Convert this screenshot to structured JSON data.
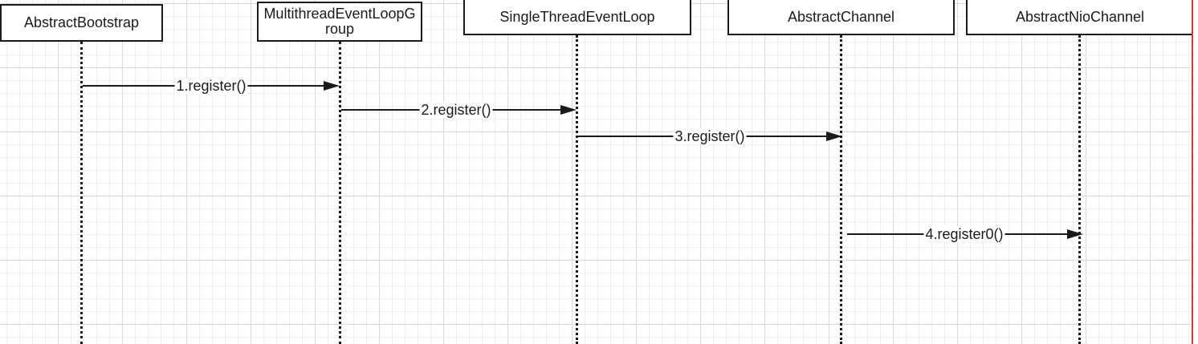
{
  "lifelines": [
    {
      "id": "abstract-bootstrap",
      "label": "AbstractBootstrap"
    },
    {
      "id": "multithread-event-loop-group",
      "label": "MultithreadEventLoopGroup"
    },
    {
      "id": "single-thread-event-loop",
      "label": "SingleThreadEventLoop"
    },
    {
      "id": "abstract-channel",
      "label": "AbstractChannel"
    },
    {
      "id": "abstract-nio-channel",
      "label": "AbstractNioChannel"
    }
  ],
  "messages": [
    {
      "from": 0,
      "to": 1,
      "label": "1.register()"
    },
    {
      "from": 1,
      "to": 2,
      "label": "2.register()"
    },
    {
      "from": 2,
      "to": 3,
      "label": "3.register()"
    },
    {
      "from": 3,
      "to": 4,
      "label": "4.register0()"
    }
  ],
  "colors": {
    "stroke": "#1a1a1a",
    "grid_major": "#d9d9d9",
    "grid_minor": "#eeeeee",
    "page_edge": "#d23a3a"
  }
}
